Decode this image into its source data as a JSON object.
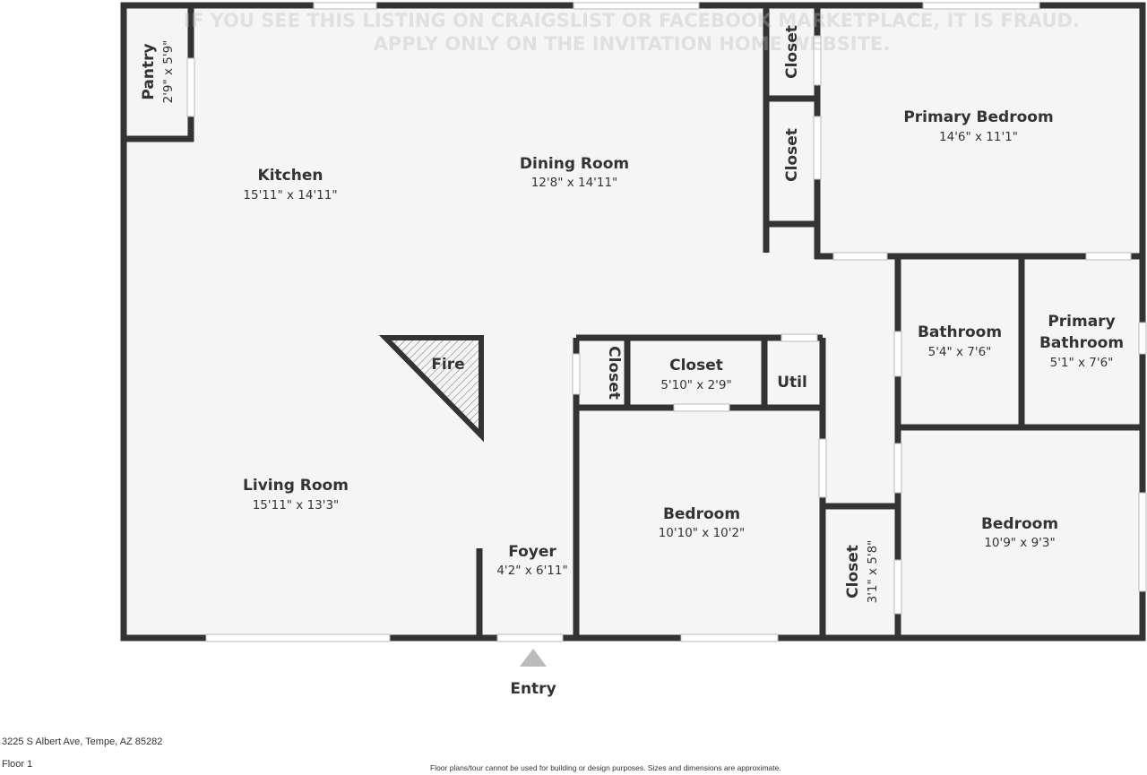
{
  "watermark": {
    "line1": "IF YOU SEE THIS LISTING ON CRAIGSLIST OR FACEBOOK MARKETPLACE, IT IS FRAUD.",
    "line2": "APPLY ONLY ON THE INVITATION HOME WEBSITE."
  },
  "rooms": {
    "pantry": {
      "name": "Pantry",
      "dim": "2'9\" x 5'9\""
    },
    "kitchen": {
      "name": "Kitchen",
      "dim": "15'11\" x 14'11\""
    },
    "dining": {
      "name": "Dining Room",
      "dim": "12'8\" x 14'11\""
    },
    "closet_top1": {
      "name": "Closet"
    },
    "closet_top2": {
      "name": "Closet"
    },
    "primary_bedroom": {
      "name": "Primary Bedroom",
      "dim": "14'6\" x 11'1\""
    },
    "bathroom": {
      "name": "Bathroom",
      "dim": "5'4\" x 7'6\""
    },
    "primary_bathroom": {
      "name1": "Primary",
      "name2": "Bathroom",
      "dim": "5'1\" x 7'6\""
    },
    "fireplace": {
      "name": "Fire"
    },
    "closet_small": {
      "name": "Closet"
    },
    "closet_mid": {
      "name": "Closet",
      "dim": "5'10\" x 2'9\""
    },
    "util": {
      "name": "Util"
    },
    "living": {
      "name": "Living Room",
      "dim": "15'11\" x 13'3\""
    },
    "foyer": {
      "name": "Foyer",
      "dim": "4'2\" x 6'11\""
    },
    "bedroom1": {
      "name": "Bedroom",
      "dim": "10'10\" x 10'2\""
    },
    "closet_low": {
      "name": "Closet",
      "dim": "3'1\" x 5'8\""
    },
    "bedroom2": {
      "name": "Bedroom",
      "dim": "10'9\" x 9'3\""
    }
  },
  "entry": "Entry",
  "footer": {
    "address": "3225 S Albert Ave, Tempe, AZ 85282",
    "floor": "Floor 1",
    "disclaimer": "Floor plans/tour cannot be used for building or design purposes. Sizes and dimensions are approximate."
  },
  "colors": {
    "wall": "#333333",
    "floor": "#f5f5f5",
    "window": "#ffffff"
  }
}
